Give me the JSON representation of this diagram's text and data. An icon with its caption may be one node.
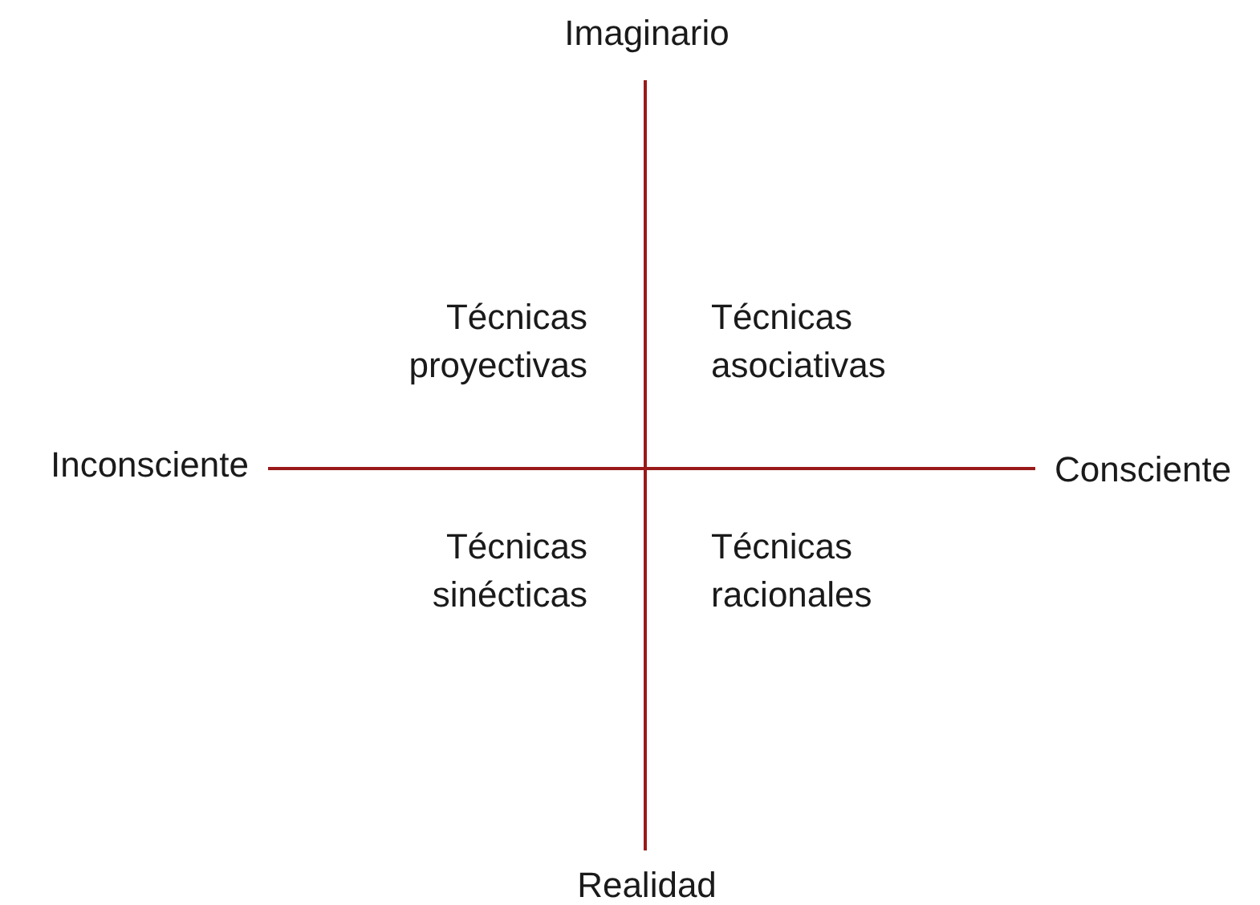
{
  "diagram": {
    "labels": [
      "Imaginario",
      "Técnicas proyectivas",
      "Técnicas asociativas",
      "Inconsciente",
      "Consciente",
      "Técnicas sinécticas",
      "Técnicas racionales",
      "Realidad"
    ]
  }
}
